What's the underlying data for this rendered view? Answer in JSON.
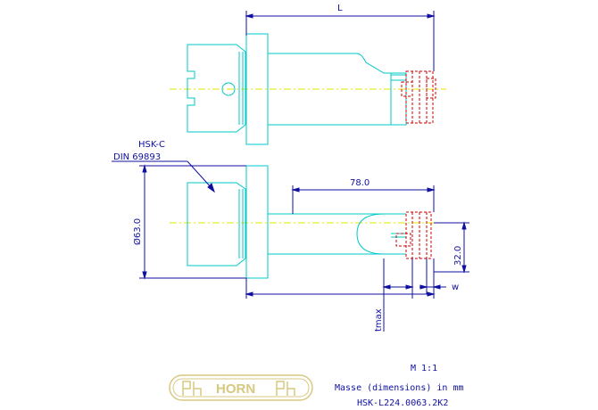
{
  "drawing": {
    "dimensions": {
      "overall_length": "L",
      "projection": "78.0",
      "diameter": "Ø63.0",
      "height": "32.0",
      "w": "w",
      "tmax": "tmax"
    },
    "callout": {
      "line1": "HSK-C",
      "line2": "DIN 69893"
    },
    "info": {
      "scale": "M 1:1",
      "units_note": "Masse (dimensions) in mm",
      "part_number": "HSK-L224.0063.2K2"
    },
    "logo": {
      "text": "HORN"
    },
    "colors": {
      "outline": "#00c8c8",
      "dimension": "#1010a0",
      "centerline": "#e6e600",
      "insert": "#d00000",
      "logo": "#d8c880"
    }
  }
}
